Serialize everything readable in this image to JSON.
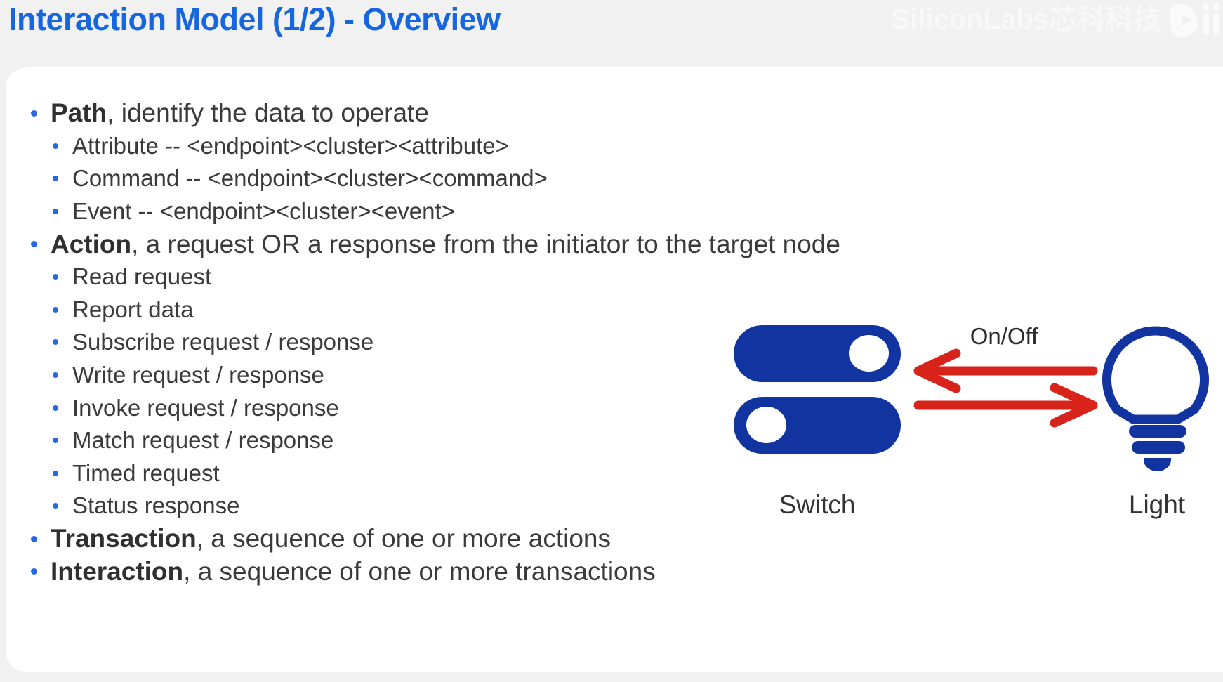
{
  "header": {
    "title": "Interaction Model (1/2) - Overview",
    "watermark": "SiliconLabs芯科科技"
  },
  "colors": {
    "title_blue": "#1666E0",
    "bullet_blue": "#2767E2",
    "body_text": "#3A3A3A",
    "icon_blue": "#1234A0",
    "arrow_red": "#D7231A",
    "card_background": "#FFFFFF",
    "page_background": "#F1F1F1"
  },
  "content": {
    "bullets": [
      {
        "level": 1,
        "bold": "Path",
        "rest": ", identify the data to operate"
      },
      {
        "level": 2,
        "text": "Attribute  -- <endpoint><cluster><attribute>"
      },
      {
        "level": 2,
        "text": "Command -- <endpoint><cluster><command>"
      },
      {
        "level": 2,
        "text": "Event -- <endpoint><cluster><event>"
      },
      {
        "level": 1,
        "bold": "Action",
        "rest": ",  a request OR a response from the initiator to the target node"
      },
      {
        "level": 2,
        "text": "Read request"
      },
      {
        "level": 2,
        "text": "Report data"
      },
      {
        "level": 2,
        "text": "Subscribe request / response"
      },
      {
        "level": 2,
        "text": "Write request / response"
      },
      {
        "level": 2,
        "text": "Invoke request / response"
      },
      {
        "level": 2,
        "text": "Match request / response"
      },
      {
        "level": 2,
        "text": "Timed request"
      },
      {
        "level": 2,
        "text": "Status response"
      },
      {
        "level": 1,
        "bold": "Transaction",
        "rest": ", a sequence of one or more actions"
      },
      {
        "level": 1,
        "bold": "Interaction",
        "rest": ", a sequence of one or more transactions"
      }
    ]
  },
  "diagram": {
    "onoff_label": "On/Off",
    "switch_label": "Switch",
    "light_label": "Light"
  }
}
